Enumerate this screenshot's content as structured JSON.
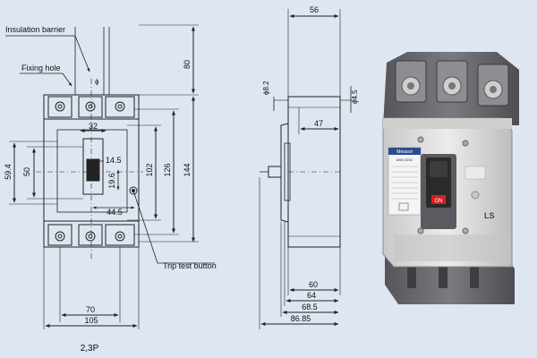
{
  "front_view": {
    "callouts": {
      "insulation_barrier": "Insulation barrier",
      "fixing_hole": "Fixing hole",
      "trip_test_button": "Trip test button"
    },
    "dims": {
      "d80": "80",
      "d32": "32",
      "d14_5": "14.5",
      "d19_6": "19.6",
      "d44_5": "44.5",
      "d59_4": "59.4",
      "d50": "50",
      "d102": "102",
      "d126": "126",
      "d144": "144",
      "d70": "70",
      "d105": "105",
      "phi": "ϕ"
    },
    "caption": "2,3P"
  },
  "side_view": {
    "dims": {
      "d56": "56",
      "d47": "47",
      "phi8_2": "ϕ8.2",
      "phi4_5": "ϕ4.5",
      "d60": "60",
      "d64": "64",
      "d68_5": "68.5",
      "d86_85": "86.85"
    }
  },
  "product": {
    "brand_badge": "Metasol",
    "model": "ABN 103C",
    "handle_label": "ON",
    "logo": "LS",
    "colors": {
      "body": "#d9d9d9",
      "base": "#6e6e74",
      "handle": "#2a2a2a",
      "accent": "#d42020",
      "badge": "#2d4c8c"
    }
  }
}
